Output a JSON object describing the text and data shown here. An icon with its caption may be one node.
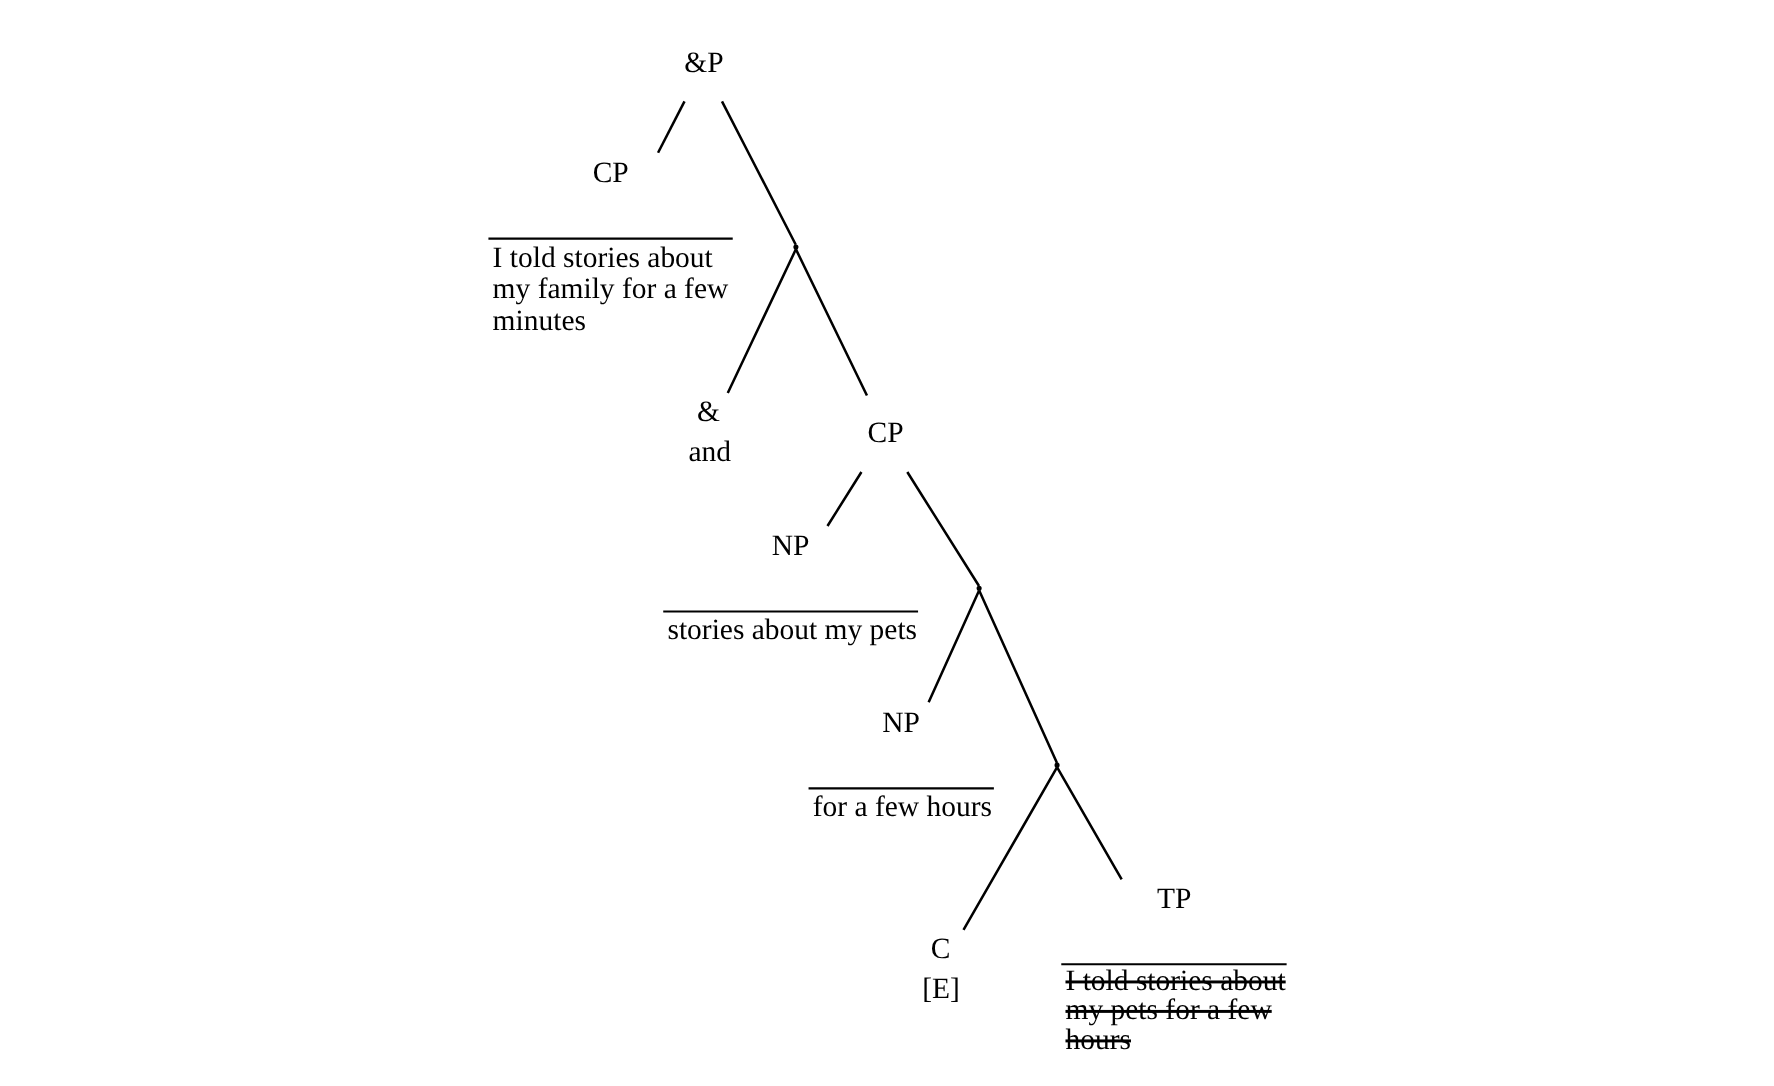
{
  "diagram": {
    "nodes": [
      {
        "text": [
          "&P"
        ]
      },
      {
        "text": [
          "CP",
          "I told stories about my family for a few minutes"
        ]
      },
      {
        "text": [],
        "shape": "point"
      },
      {
        "text": [
          "&",
          "and"
        ]
      },
      {
        "text": [
          "CP"
        ]
      },
      {
        "text": [
          "NP",
          "stories about my pets"
        ]
      },
      {
        "text": [],
        "shape": "point"
      },
      {
        "text": [
          "NP",
          "for a few hours"
        ]
      },
      {
        "text": [],
        "shape": "point"
      },
      {
        "text": [
          "C",
          "[E]"
        ]
      },
      {
        "text": [
          "TP",
          "I told stories about my pets for a few hours"
        ]
      }
    ],
    "edges": [
      {
        "from": 0,
        "to": 1,
        "arrow": "none"
      },
      {
        "from": 0,
        "to": 2,
        "arrow": "none"
      },
      {
        "from": 2,
        "to": 3,
        "arrow": "none"
      },
      {
        "from": 2,
        "to": 4,
        "arrow": "none"
      },
      {
        "from": 4,
        "to": 5,
        "arrow": "none"
      },
      {
        "from": 4,
        "to": 6,
        "arrow": "none"
      },
      {
        "from": 6,
        "to": 7,
        "arrow": "none"
      },
      {
        "from": 6,
        "to": 8,
        "arrow": "none"
      },
      {
        "from": 8,
        "to": 9,
        "arrow": "none"
      },
      {
        "from": 8,
        "to": 10,
        "arrow": "none"
      }
    ]
  }
}
